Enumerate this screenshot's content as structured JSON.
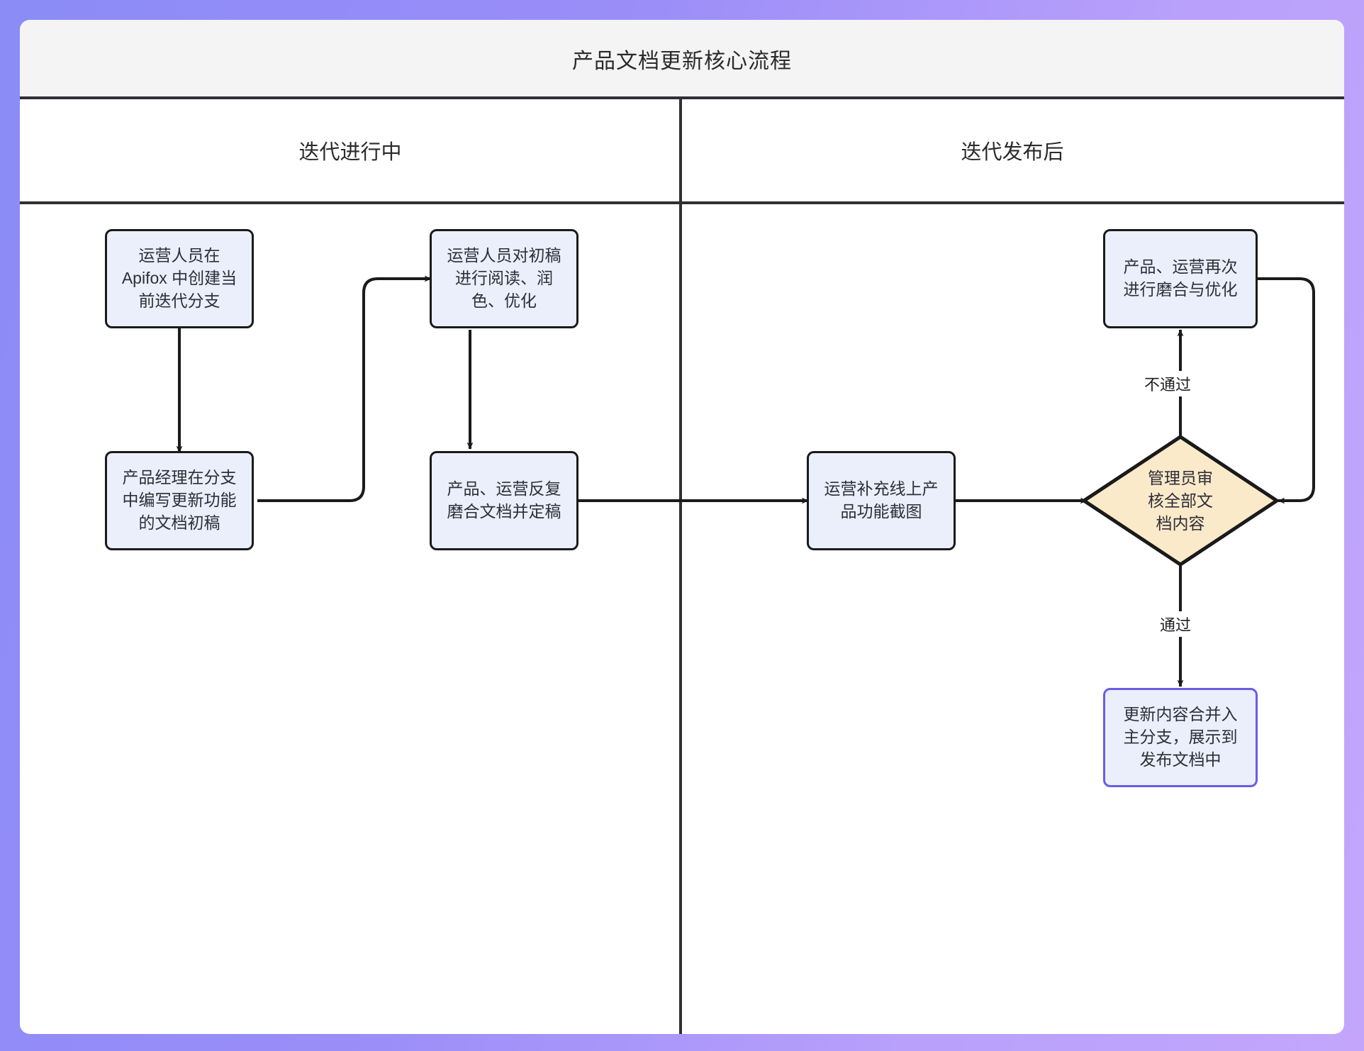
{
  "diagram": {
    "title": "产品文档更新核心流程",
    "background_gradient_from": "#8b8cf7",
    "background_gradient_to": "#c3a6fc",
    "canvas_color": "#ffffff",
    "title_bar_color": "#f4f4f4",
    "node_fill": "#eaeffb",
    "decision_fill": "#fbeaca",
    "stroke": "#1a1a1a",
    "lanes": [
      {
        "label": "迭代进行中"
      },
      {
        "label": "迭代发布后"
      }
    ],
    "nodes": [
      {
        "id": "n1",
        "label": "运营人员在\nApifox 中创建当\n前迭代分支",
        "shape": "box",
        "lane": 0
      },
      {
        "id": "n2",
        "label": "产品经理在分支\n中编写更新功能\n的文档初稿",
        "shape": "box",
        "lane": 0
      },
      {
        "id": "n3",
        "label": "运营人员对初稿\n进行阅读、润\n色、优化",
        "shape": "box",
        "lane": 0
      },
      {
        "id": "n4",
        "label": "产品、运营反复\n磨合文档并定稿",
        "shape": "box",
        "lane": 0
      },
      {
        "id": "n5",
        "label": "运营补充线上产\n品功能截图",
        "shape": "box",
        "lane": 1
      },
      {
        "id": "n6",
        "label": "管理员审\n核全部文\n档内容",
        "shape": "diamond",
        "lane": 1
      },
      {
        "id": "n7",
        "label": "产品、运营再次\n进行磨合与优化",
        "shape": "box",
        "lane": 1
      },
      {
        "id": "n8",
        "label": "更新内容合并入\n主分支，展示到\n发布文档中",
        "shape": "box",
        "lane": 1
      }
    ],
    "edges": [
      {
        "from": "n1",
        "to": "n2",
        "label": ""
      },
      {
        "from": "n2",
        "to": "n3",
        "label": ""
      },
      {
        "from": "n3",
        "to": "n4",
        "label": ""
      },
      {
        "from": "n4",
        "to": "n5",
        "label": ""
      },
      {
        "from": "n5",
        "to": "n6",
        "label": ""
      },
      {
        "from": "n6",
        "to": "n7",
        "label": "不通过"
      },
      {
        "from": "n7",
        "to": "n6",
        "label": ""
      },
      {
        "from": "n6",
        "to": "n8",
        "label": "通过"
      }
    ],
    "edge_labels": {
      "reject": "不通过",
      "approve": "通过"
    }
  }
}
